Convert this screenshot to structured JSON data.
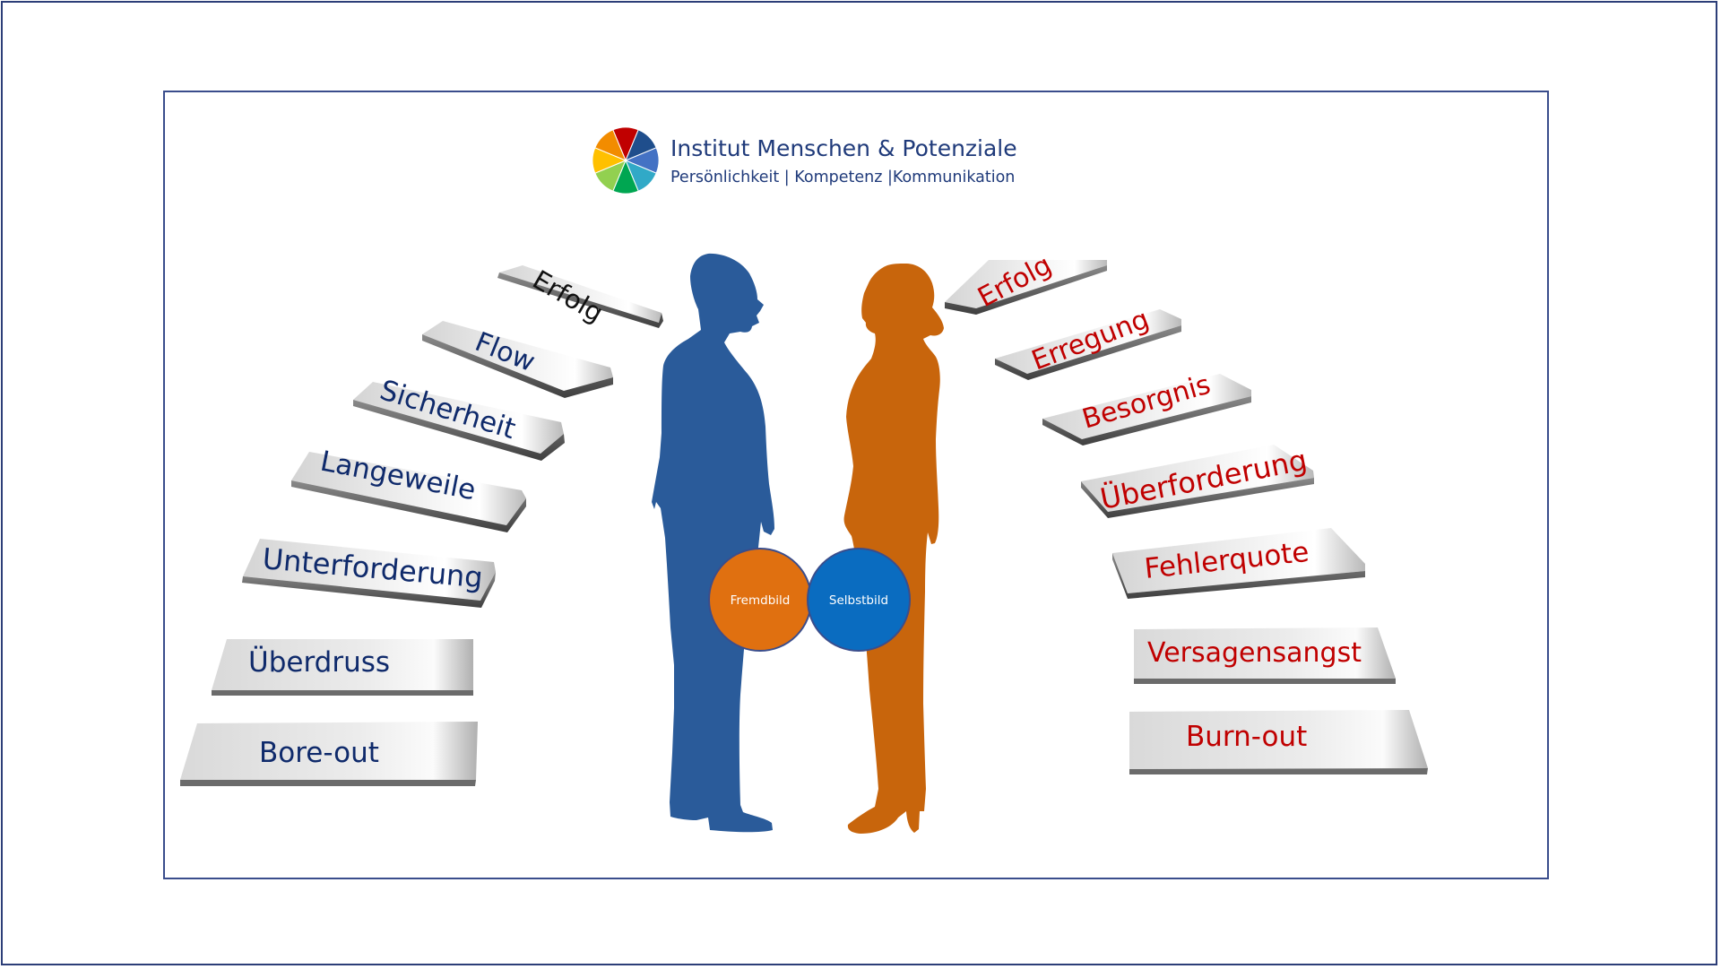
{
  "header": {
    "title": "Institut Menschen & Potenziale",
    "subtitle": "Persönlichkeit | Kompetenz |Kommunikation",
    "logo_colors": [
      "#c00000",
      "#1f4e8c",
      "#4472c4",
      "#31a9c7",
      "#00a651",
      "#92d050",
      "#ffc000",
      "#f28c00"
    ]
  },
  "colors": {
    "left_text": "#0f2a6b",
    "right_text": "#c00000",
    "man": "#2a5b9a",
    "woman": "#c8650c",
    "fremdbild_circle": "#e07010",
    "selbstbild_circle": "#0a6cc0"
  },
  "left_stairs": [
    "Erfolg",
    "Flow",
    "Sicherheit",
    "Langeweile",
    "Unterforderung",
    "Überdruss",
    "Bore-out"
  ],
  "right_stairs": [
    "Erfolg",
    "Erregung",
    "Besorgnis",
    "Überforderung",
    "Fehlerquote",
    "Versagensangst",
    "Burn-out"
  ],
  "circles": {
    "left_label": "Fremdbild",
    "right_label": "Selbstbild"
  }
}
